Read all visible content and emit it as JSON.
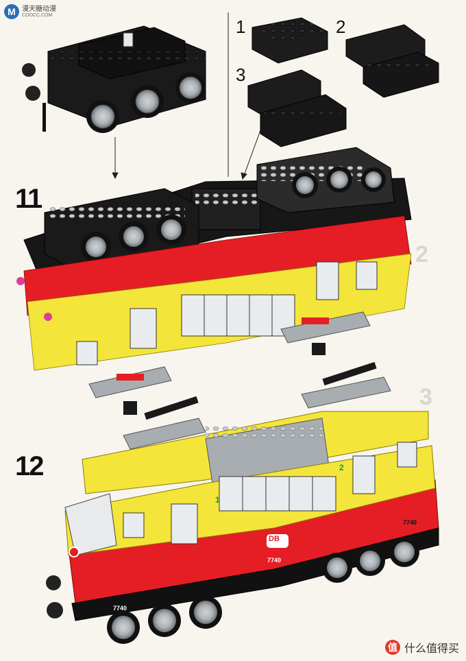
{
  "watermark_top": {
    "logo_letter": "M",
    "line1": "漫天糖动漫",
    "line2": "COOCC.COM"
  },
  "watermark_bottom": {
    "logo_letter": "值",
    "text": "什么值得买"
  },
  "steps": {
    "step11": "11",
    "step12": "12"
  },
  "sub_steps": [
    "1",
    "2",
    "3"
  ],
  "train": {
    "number": "7740",
    "logo": "DB",
    "door_labels": [
      "1",
      "2"
    ]
  },
  "colors": {
    "red": "#e51e25",
    "yellow": "#f4e53a",
    "black": "#151515",
    "gray": "#a8adb1",
    "paper": "#f7f5ee"
  }
}
